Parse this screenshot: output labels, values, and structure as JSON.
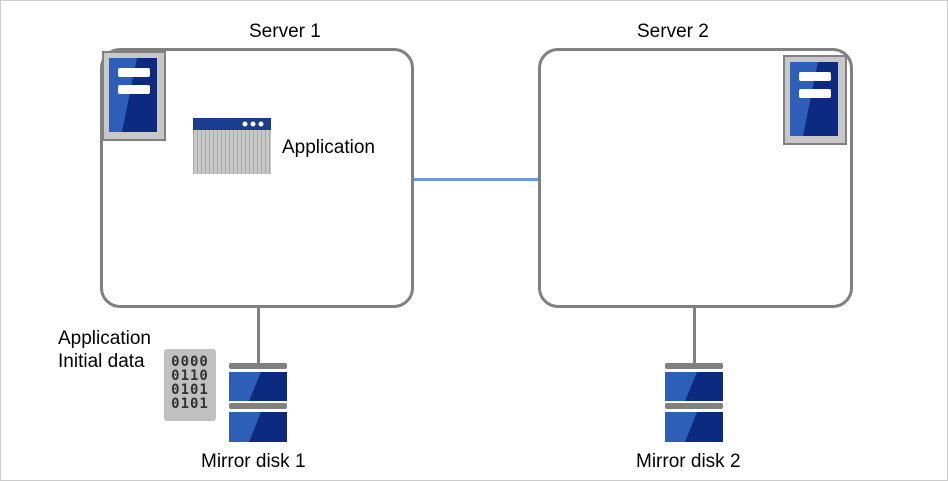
{
  "servers": [
    {
      "name": "Server 1"
    },
    {
      "name": "Server 2"
    }
  ],
  "application": {
    "label": "Application"
  },
  "data_label": {
    "line1": "Application",
    "line2": "Initial data"
  },
  "binary_rows": [
    "0000",
    "0110",
    "0101",
    "0101"
  ],
  "disks": [
    {
      "name": "Mirror disk 1"
    },
    {
      "name": "Mirror disk 2"
    }
  ],
  "colors": {
    "server_blue": "#2e5fb8",
    "server_dark": "#0b2a80",
    "border_gray": "#808080",
    "connection_blue": "#6a9ad8"
  }
}
